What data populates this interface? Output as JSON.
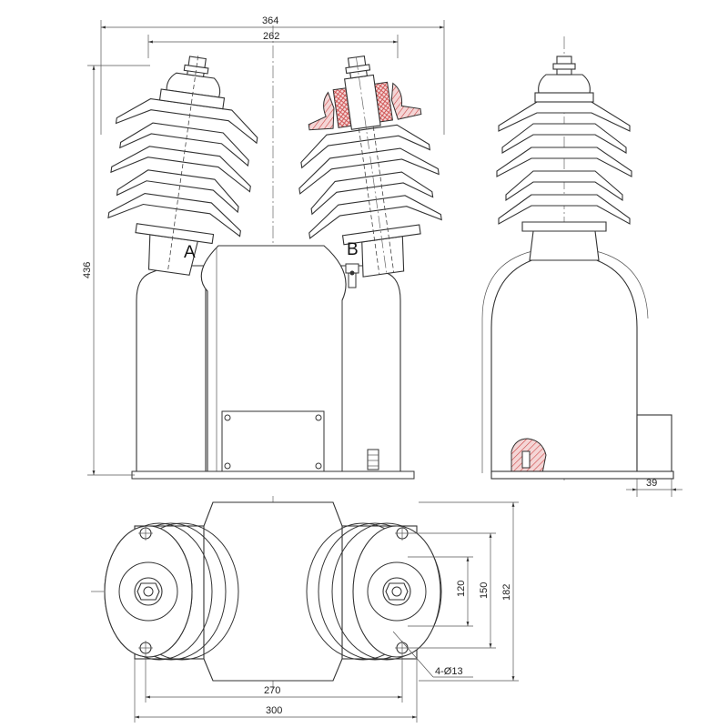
{
  "dimensions": {
    "overall_width": "364",
    "terminal_spacing": "262",
    "height": "436",
    "base_offset": "39",
    "bolt_spacing_inner": "120",
    "bolt_spacing_outer": "150",
    "base_depth": "182",
    "mounting_holes": "4-Ø13",
    "base_length_inner": "270",
    "base_length_outer": "300"
  },
  "labels": {
    "terminal_a": "A",
    "terminal_b": "B"
  },
  "colors": {
    "line": "#333333",
    "hatch": "#cc4444"
  }
}
